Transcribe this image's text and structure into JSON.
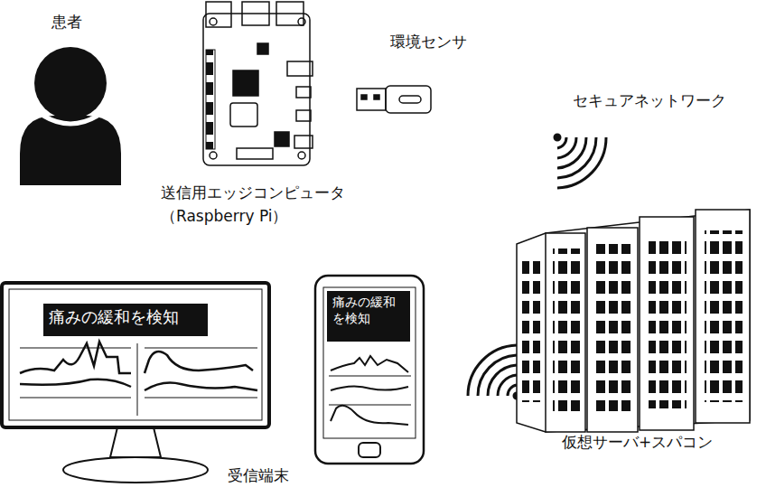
{
  "diagram": {
    "nodes": [
      {
        "text": [
          "痛みの緩和を検知"
        ]
      },
      {
        "text": [
          "痛みの緩和を検知"
        ]
      }
    ],
    "labels": [
      "患者",
      "送信用エッジコンピュータ",
      "（Raspberry Pi）",
      "環境センサ",
      "セキュアネットワーク",
      "仮想サーバ+スパコン",
      "受信端末"
    ]
  }
}
